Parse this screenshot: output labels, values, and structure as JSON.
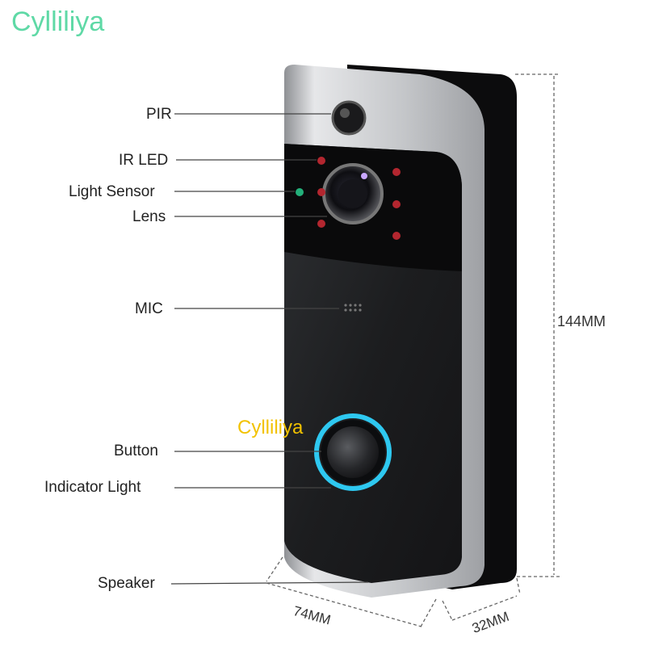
{
  "watermarks": {
    "top_left": "Cylliliya",
    "center": "Cylliliya"
  },
  "labels": {
    "pir": "PIR",
    "ir_led": "IR LED",
    "light_sensor": "Light Sensor",
    "lens": "Lens",
    "mic": "MIC",
    "button": "Button",
    "indicator_light": "Indicator Light",
    "speaker": "Speaker"
  },
  "dimensions": {
    "height": "144MM",
    "width": "74MM",
    "depth": "32MM"
  },
  "colors": {
    "body": "#1f2022",
    "frame": "#c9cacc",
    "side": "#0c0c0d",
    "ring": "#2ec8f0",
    "ir_led": "#b3262f",
    "sensor": "#23b07a",
    "watermark_top": "#5fd9a6",
    "watermark_center": "#f2c200"
  }
}
